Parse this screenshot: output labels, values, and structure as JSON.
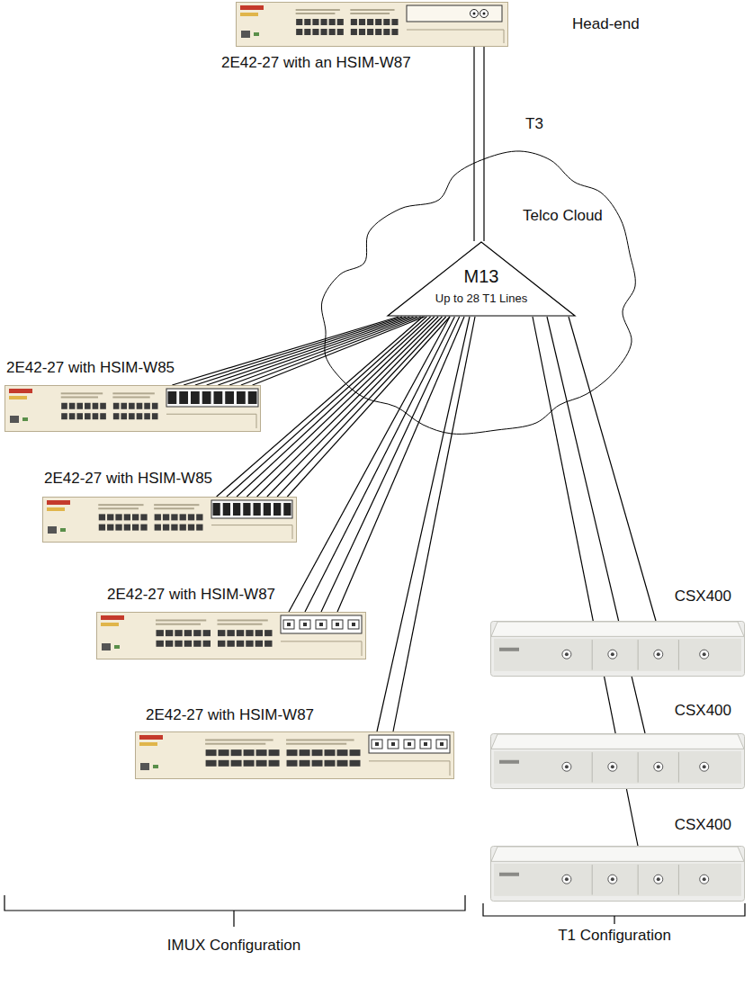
{
  "diagram": {
    "nodes": [
      {
        "text": [
          "Head-end",
          "2E42-27 with an HSIM-W87"
        ]
      },
      {
        "text": [
          "Telco Cloud"
        ]
      },
      {
        "text": [
          "M13",
          "Up to 28 T1 Lines"
        ],
        "in": 1
      },
      {
        "text": [
          "2E42-27 with HSIM-W85"
        ]
      },
      {
        "text": [
          "2E42-27 with HSIM-W85"
        ]
      },
      {
        "text": [
          "2E42-27 with HSIM-W87"
        ]
      },
      {
        "text": [
          "2E42-27 with HSIM-W87"
        ]
      },
      {
        "text": [
          "CSX400"
        ]
      },
      {
        "text": [
          "CSX400"
        ]
      },
      {
        "text": [
          "CSX400"
        ]
      }
    ],
    "edges": [
      {
        "from": 0,
        "to": 2,
        "label": "T3",
        "arrow": "none"
      },
      {
        "from": 2,
        "to": 3,
        "arrow": "none"
      },
      {
        "from": 2,
        "to": 4,
        "arrow": "none"
      },
      {
        "from": 2,
        "to": 5,
        "arrow": "none"
      },
      {
        "from": 2,
        "to": 6,
        "arrow": "none"
      },
      {
        "from": 2,
        "to": 7,
        "arrow": "none"
      },
      {
        "from": 2,
        "to": 8,
        "arrow": "none"
      },
      {
        "from": 2,
        "to": 9,
        "arrow": "none"
      }
    ],
    "labels": [
      "IMUX Configuration",
      "T1 Configuration"
    ]
  }
}
